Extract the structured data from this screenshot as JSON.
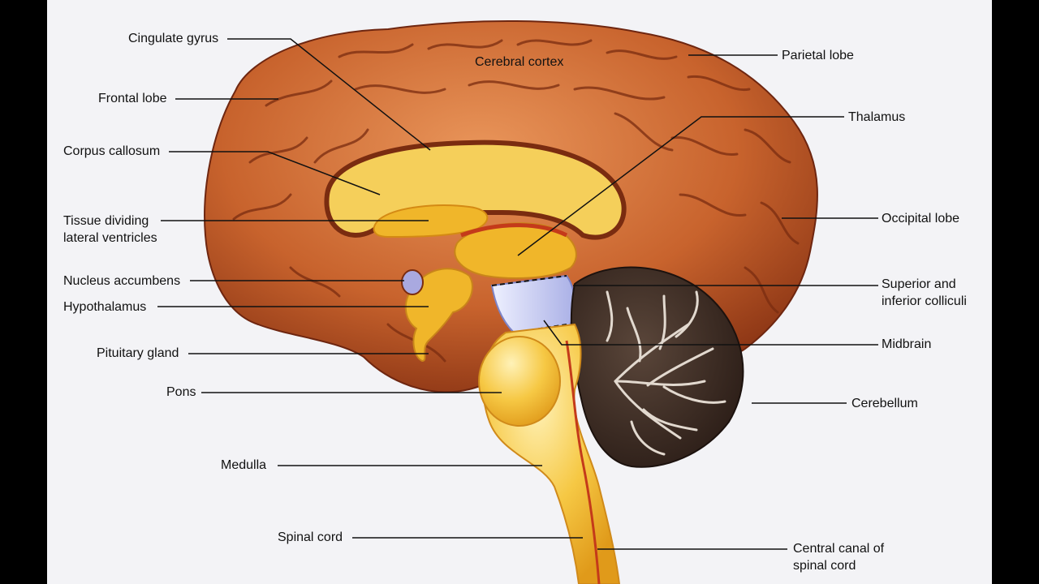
{
  "colors": {
    "background": "#f3f3f6",
    "frame": "#000000",
    "cortex": "#c8632d",
    "cortex_dark": "#7a2c10",
    "cortex_light": "#e89a5c",
    "white_matter": "#f5cf5a",
    "deep_structures": "#f0b62a",
    "brainstem": "#f6c844",
    "midbrain": "#c9cdf0",
    "cerebellum_dark": "#3a2a22",
    "cerebellum_light": "#d8d0c8",
    "canal": "#c43a1a",
    "leader_line": "#111111"
  },
  "labels": {
    "cingulate_gyrus": "Cingulate gyrus",
    "frontal_lobe": "Frontal lobe",
    "corpus_callosum": "Corpus callosum",
    "tissue_dividing_1": "Tissue dividing",
    "tissue_dividing_2": "lateral ventricles",
    "nucleus_accumbens": "Nucleus accumbens",
    "hypothalamus": "Hypothalamus",
    "pituitary_gland": "Pituitary gland",
    "pons": "Pons",
    "medulla": "Medulla",
    "spinal_cord": "Spinal cord",
    "cerebral_cortex": "Cerebral cortex",
    "parietal_lobe": "Parietal lobe",
    "thalamus": "Thalamus",
    "occipital_lobe": "Occipital lobe",
    "colliculi_1": "Superior and",
    "colliculi_2": "inferior colliculi",
    "midbrain": "Midbrain",
    "cerebellum": "Cerebellum",
    "central_canal_1": "Central canal of",
    "central_canal_2": "spinal cord"
  }
}
